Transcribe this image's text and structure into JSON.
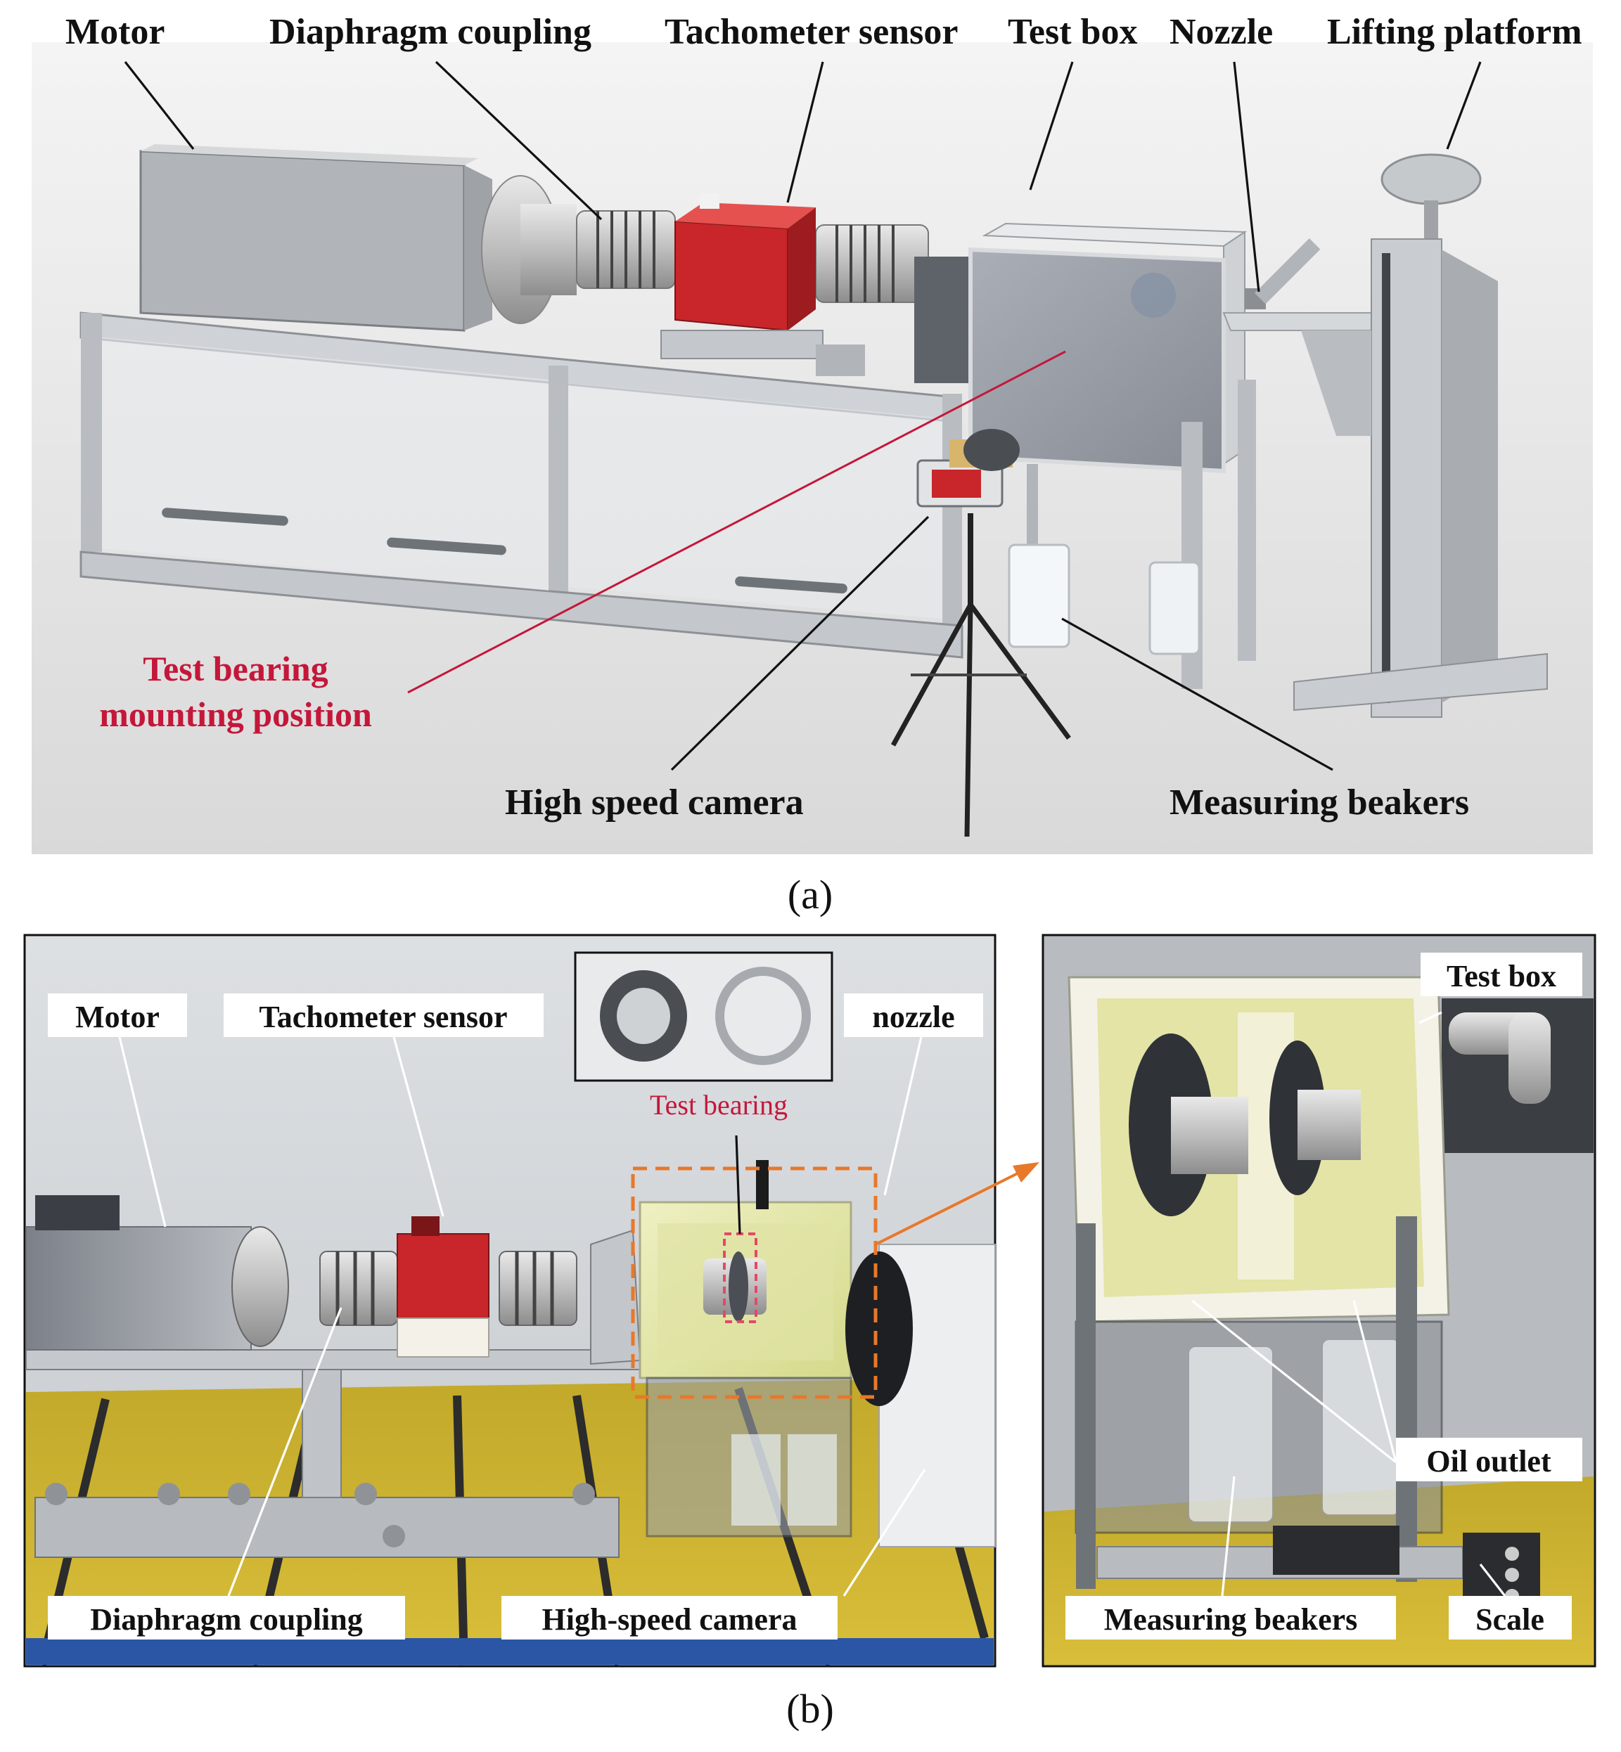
{
  "panel_a": {
    "caption": "(a)",
    "labels": {
      "motor": "Motor",
      "diaphragm_coupling": "Diaphragm coupling",
      "tachometer_sensor": "Tachometer sensor",
      "test_box": "Test box",
      "nozzle": "Nozzle",
      "lifting_platform": "Lifting platform",
      "test_bearing_line1": "Test bearing",
      "test_bearing_line2": "mounting position",
      "high_speed_camera": "High speed camera",
      "measuring_beakers": "Measuring beakers"
    }
  },
  "panel_b": {
    "caption": "(b)",
    "labels": {
      "motor": "Motor",
      "tachometer_sensor": "Tachometer sensor",
      "nozzle": "nozzle",
      "test_bearing": "Test bearing",
      "diaphragm_coupling": "Diaphragm coupling",
      "high_speed_camera": "High-speed camera",
      "test_box": "Test box",
      "oil_outlet": "Oil outlet",
      "measuring_beakers": "Measuring beakers",
      "scale": "Scale"
    }
  },
  "colors": {
    "accent_red": "#c4173a",
    "dashed_orange": "#e8782a",
    "sensor_red": "#c8262a"
  }
}
